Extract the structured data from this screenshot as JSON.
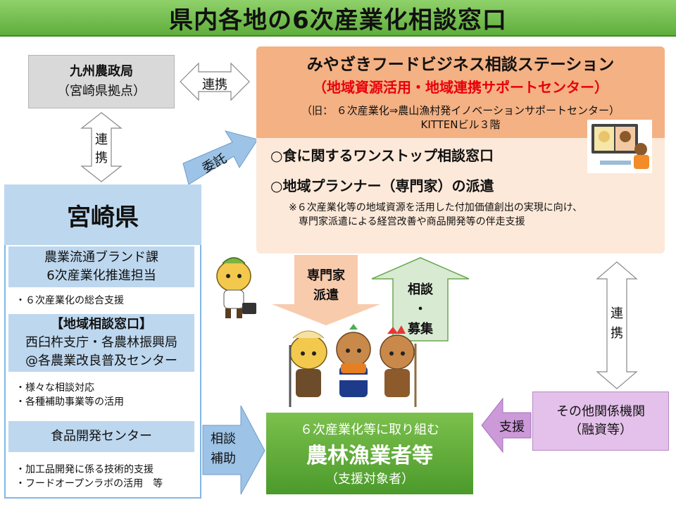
{
  "title": "県内各地の6次産業化相談窓口",
  "kyushu": {
    "name": "九州農政局",
    "sub": "（宮崎県拠点）"
  },
  "arrows": {
    "renkei_top": "連携",
    "renkei_left": [
      "連",
      "携"
    ],
    "itaku": "委託",
    "senmonka": [
      "専門家",
      "派遣"
    ],
    "soudan": [
      "相談",
      "・",
      "募集"
    ],
    "renkei_right": [
      "連",
      "携"
    ],
    "shien": "支援",
    "soudan_hojo": [
      "相談",
      "補助"
    ]
  },
  "station": {
    "name": "みやざきフードビジネス相談ステーション",
    "subtitle": "（地域資源活用・地域連携サポートセンター）",
    "old_name": "（旧： ６次産業化⇒農山漁村発イノベーションサポートセンター）",
    "address": "KITTENビル３階",
    "service1": "○食に関するワンストップ相談窓口",
    "service2": "○地域プランナー（専門家）の派遣",
    "note_line1": "※６次産業化等の地域資源を活用した付加価値創出の実現に向け、",
    "note_line2": "専門家派遣による経営改善や商品開発等の伴走支援"
  },
  "prefecture": {
    "name": "宮崎県",
    "dept_line1": "農業流通ブランド課",
    "dept_line2": "6次産業化推進担当",
    "dept_note": "・６次産業化の総合支援",
    "local_title": "【地域相談窓口】",
    "local_line1": "西臼杵支庁・各農林振興局",
    "local_line2": "@各農業改良普及センター",
    "local_note1": "・様々な相談対応",
    "local_note2": "・各種補助事業等の活用",
    "food_center": "食品開発センター",
    "food_note1": "・加工品開発に係る技術的支援",
    "food_note2": "・フードオープンラボの活用　等"
  },
  "other": {
    "name": "その他関係機関",
    "sub": "（融資等）"
  },
  "farmers": {
    "line1": "６次産業化等に取り組む",
    "line2": "農林漁業者等",
    "line3": "（支援対象者）"
  },
  "colors": {
    "title_bg": "#6cbf47",
    "station_head": "#f4b183",
    "station_body": "#fde9d9",
    "subtitle_red": "#e8000b",
    "pref_blue": "#bdd7ee",
    "arrow_blue": "#9dc3e6",
    "farmers_green": "#5aab35",
    "other_purple": "#e4c1ea",
    "arrow_purple": "#cc99d9",
    "arrow_peach": "#f8cbad",
    "arrow_lightgreen": "#d9ead3",
    "arrow_white": "#ffffff"
  }
}
